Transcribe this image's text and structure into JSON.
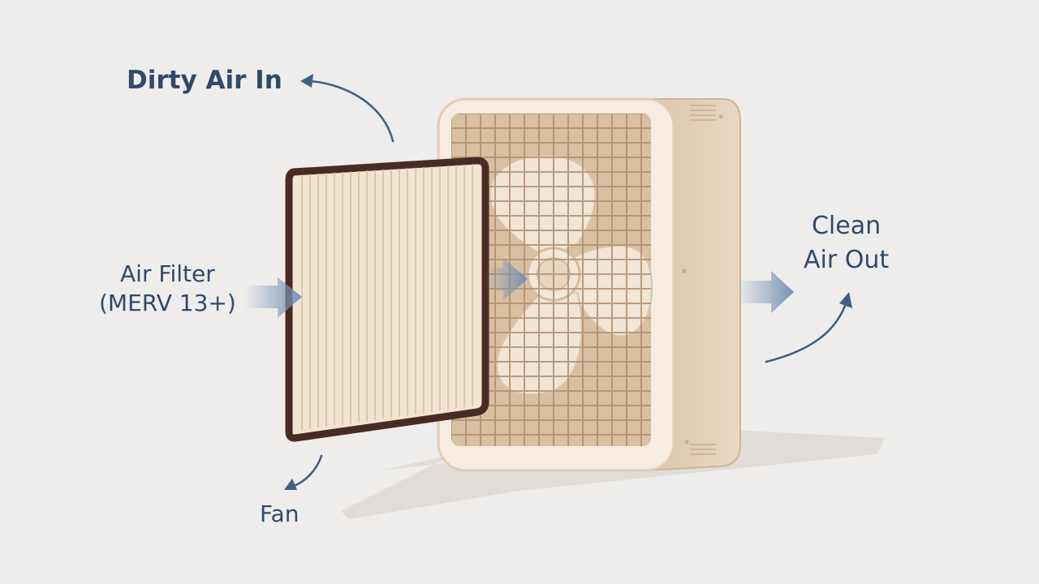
{
  "labels": {
    "dirty_air_in": "Dirty Air In",
    "air_filter_line1": "Air Filter",
    "air_filter_line2": "(MERV 13+)",
    "clean_air_line1": "Clean",
    "clean_air_line2": "Air Out",
    "fan": "Fan"
  },
  "colors": {
    "background": "#efedeb",
    "label_text": "#2f4a6b",
    "arrow": "#3f5f83",
    "flow_arrow": "#7f9bbb",
    "fan_body": "#e6d3bd",
    "fan_bezel": "#f6ecdf",
    "fan_blade": "#f1e5d5",
    "filter_frame": "#4a2b24",
    "filter_pleat": "#f3e4d2"
  },
  "icons": [
    "curved-arrow-icon",
    "flow-arrow-icon"
  ]
}
